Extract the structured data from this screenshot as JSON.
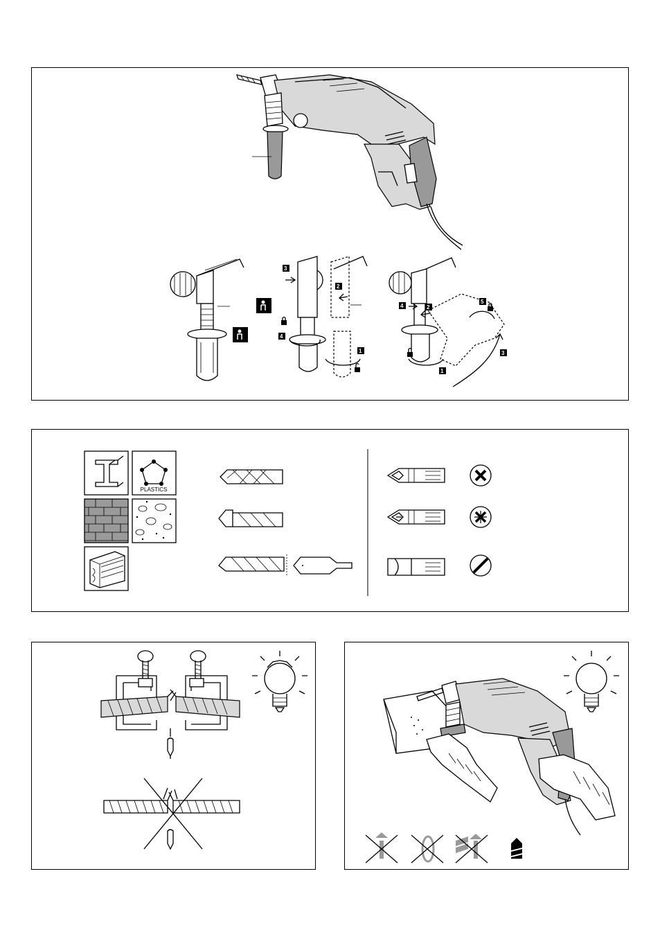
{
  "materials": {
    "plastics_label": "PLASTICS"
  },
  "steps": {
    "s1": "1",
    "s2": "2",
    "s3": "3",
    "s4": "4",
    "s5": "5"
  },
  "colors": {
    "line": "#000000",
    "grip_gray": "#999999",
    "light_gray": "#d9d9d9",
    "background": "#ffffff"
  },
  "icons": [
    "hammer-drill-icon",
    "auxiliary-handle-icon",
    "steel-beam-icon",
    "plastics-icon",
    "brick-wall-icon",
    "concrete-icon",
    "wood-icon",
    "metal-drill-bit-icon",
    "masonry-drill-bit-icon",
    "wood-drill-bit-icon",
    "flat-wood-bit-icon",
    "phillips-bit-icon",
    "pozidriv-bit-icon",
    "slotted-bit-icon",
    "phillips-head-icon",
    "pozidriv-head-icon",
    "slotted-head-icon",
    "clamp-icon",
    "light-bulb-icon",
    "no-drill-mode-icon",
    "no-rotation-icon",
    "no-hammer-mode-icon",
    "chisel-mode-icon"
  ]
}
